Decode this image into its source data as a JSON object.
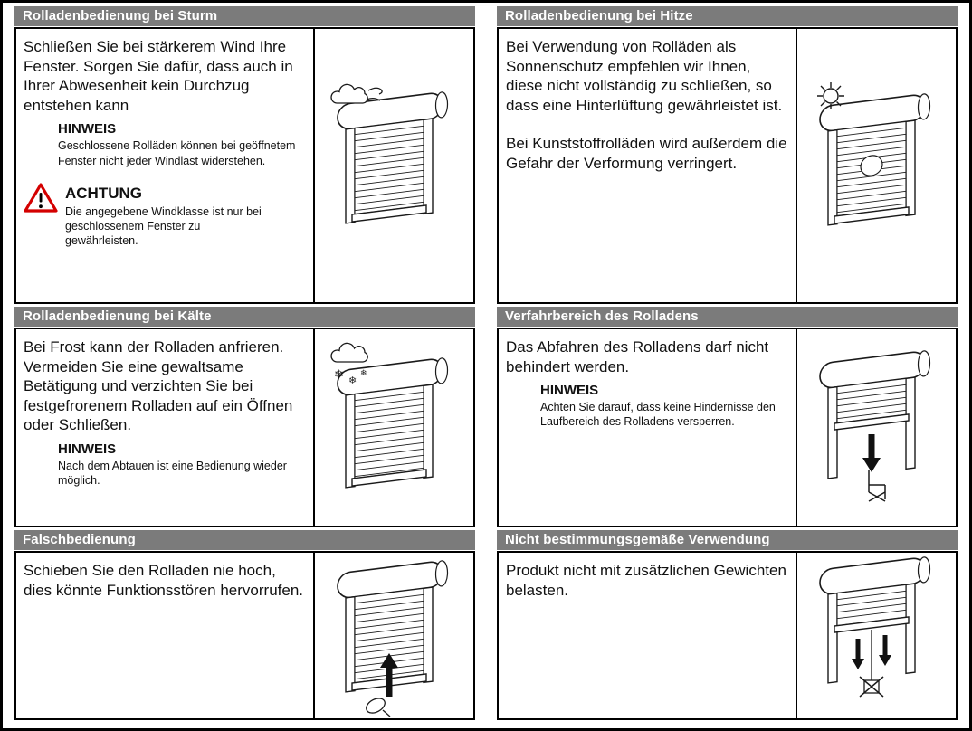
{
  "palette": {
    "header_bg": "#7b7b7b",
    "header_text": "#ffffff",
    "warning_red": "#d40000",
    "line_color": "#1a1a1a"
  },
  "icons": {
    "snowflake": "❄"
  },
  "sections": [
    {
      "title": "Rolladenbedienung bei Sturm",
      "body": "Schließen Sie bei stärkerem Wind Ihre Fenster. Sorgen Sie dafür, dass auch in Ihrer Abwesenheit kein Durchzug entstehen kann",
      "hinweis_label": "HINWEIS",
      "hinweis_text": "Geschlossene Rolläden können bei geöffnetem Fenster nicht jeder Windlast widerstehen.",
      "achtung_label": "ACHTUNG",
      "achtung_text": "Die angegebene Windklasse ist nur bei geschlossenem Fenster zu gewährleisten.",
      "illustration": "roller-shutter-with-storm-cloud"
    },
    {
      "title": "Rolladenbedienung bei Hitze",
      "body": "Bei Verwendung von Rolläden als Sonnenschutz empfehlen wir Ihnen, diese nicht vollständig zu schließen, so dass eine Hinterlüftung gewährleistet ist.",
      "body2": "Bei Kunststoffrolläden wird außerdem die Gefahr der Verformung verringert.",
      "illustration": "roller-shutter-with-sun"
    },
    {
      "title": "Rolladenbedienung bei Kälte",
      "body": "Bei Frost kann der Rolladen anfrieren. Vermeiden Sie eine gewaltsame Betätigung und verzichten Sie bei festgefrorenem Rolladen auf ein Öffnen oder Schließen.",
      "hinweis_label": "HINWEIS",
      "hinweis_text": "Nach dem Abtauen ist eine Bedienung wieder möglich.",
      "illustration": "roller-shutter-with-snow-cloud"
    },
    {
      "title": "Verfahrbereich des Rolladens",
      "body": "Das Abfahren des Rolladens darf nicht behindert werden.",
      "hinweis_label": "HINWEIS",
      "hinweis_text": "Achten Sie darauf, dass keine Hindernisse den Laufbereich des Rolladens versperren.",
      "illustration": "roller-shutter-lowering-onto-chair-obstacle"
    },
    {
      "title": "Falschbedienung",
      "body": "Schieben Sie den Rolladen nie hoch, dies könnte Funktionsstören hervorrufen.",
      "illustration": "roller-shutter-pushed-up-by-hand"
    },
    {
      "title": "Nicht bestimmungsgemäße Verwendung",
      "body": "Produkt nicht mit zusätzlichen Gewichten belasten.",
      "illustration": "roller-shutter-with-crossed-out-weight"
    }
  ]
}
